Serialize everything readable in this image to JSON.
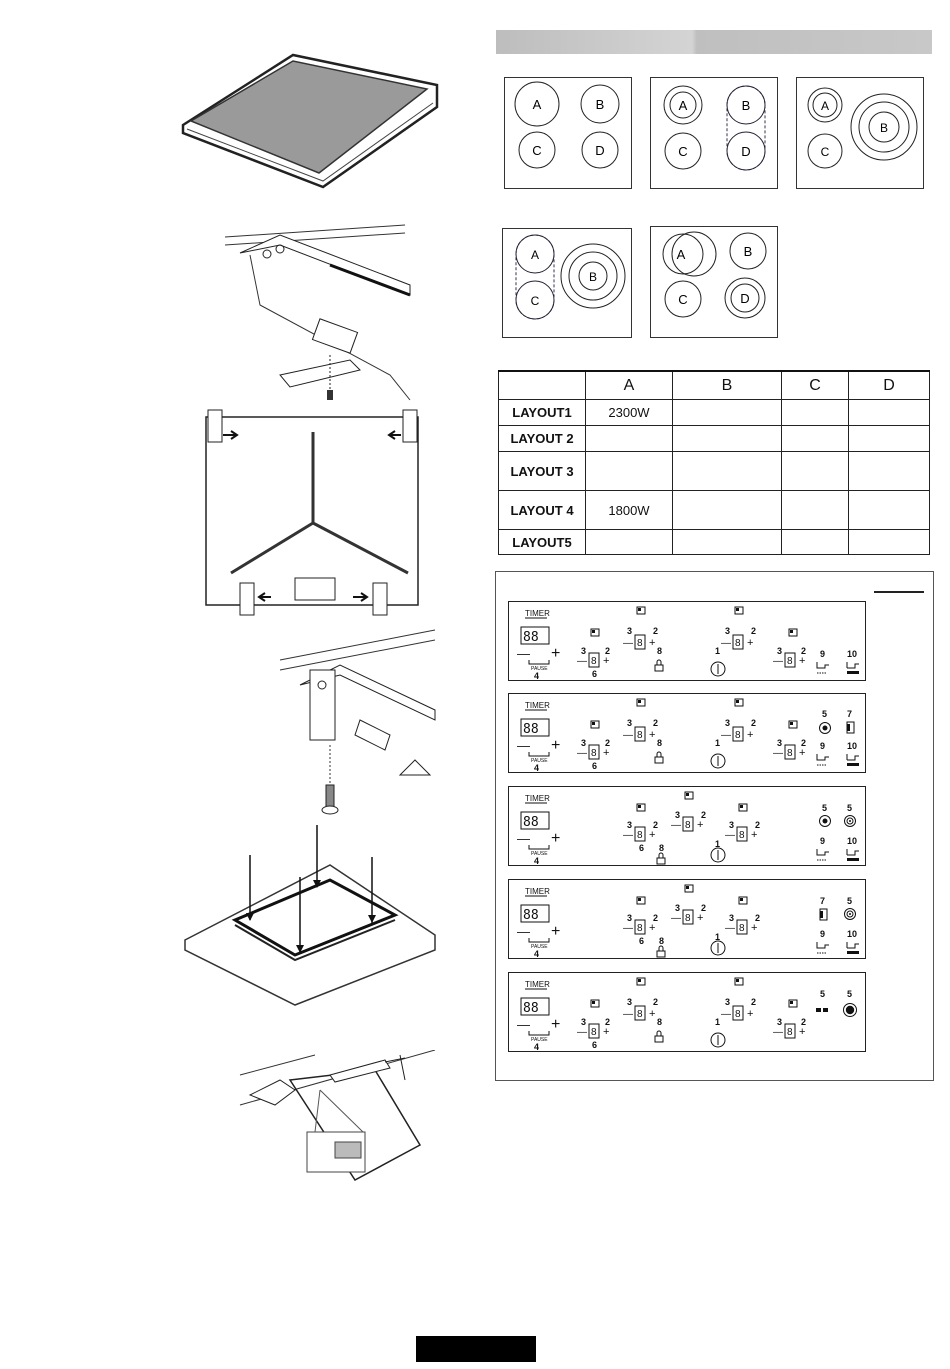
{
  "zone_layouts": [
    {
      "zones": [
        "A",
        "B",
        "C",
        "D"
      ]
    },
    {
      "zones": [
        "A",
        "B",
        "C",
        "D"
      ]
    },
    {
      "zones": [
        "A",
        "B",
        "C"
      ]
    },
    {
      "zones": [
        "A",
        "B",
        "C"
      ]
    },
    {
      "zones": [
        "A",
        "B",
        "C",
        "D"
      ]
    }
  ],
  "power_table": {
    "columns": [
      "",
      "A",
      "B",
      "C",
      "D"
    ],
    "rows": [
      {
        "label": "LAYOUT1",
        "cells": [
          "2300W",
          "",
          "",
          ""
        ]
      },
      {
        "label": "LAYOUT 2",
        "cells": [
          "",
          "",
          "",
          ""
        ]
      },
      {
        "label": "LAYOUT 3",
        "cells": [
          "",
          "",
          "",
          ""
        ]
      },
      {
        "label": "LAYOUT 4",
        "cells": [
          "1800W",
          "",
          "",
          ""
        ]
      },
      {
        "label": "LAYOUT5",
        "cells": [
          "",
          "",
          "",
          ""
        ]
      }
    ]
  },
  "control_panel": {
    "timer_label": "TIMER",
    "pause_label": "PAUSE",
    "digits": "88",
    "single_digit": "8",
    "minus": "—",
    "plus": "+",
    "numbers": {
      "n1": "1",
      "n2": "2",
      "n3": "3",
      "n4": "4",
      "n5": "5",
      "n6": "6",
      "n7": "7",
      "n8": "8",
      "n9": "9",
      "n10": "10"
    }
  }
}
